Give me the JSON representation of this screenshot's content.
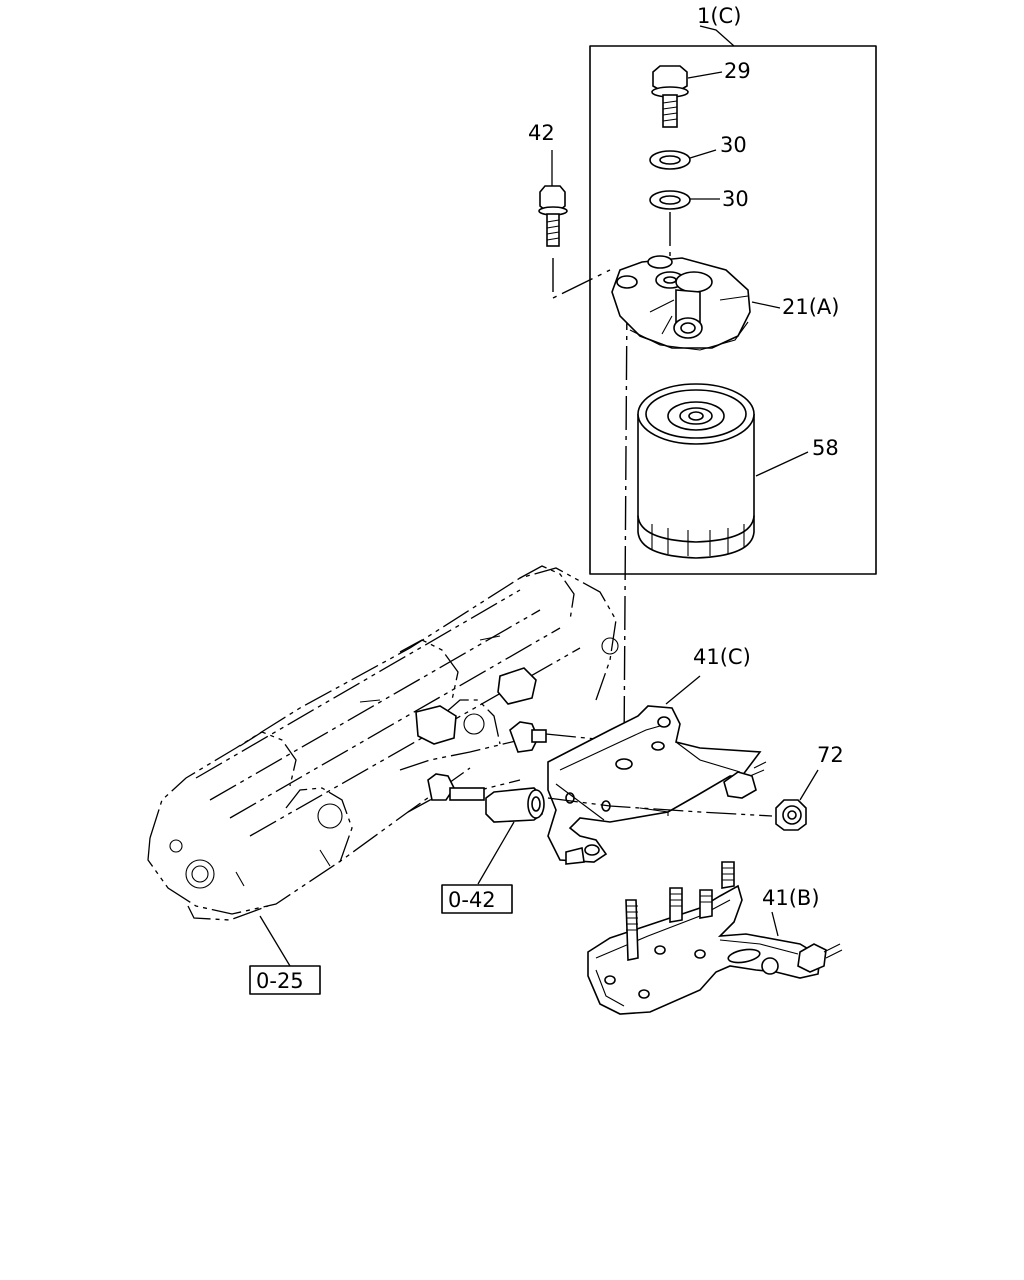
{
  "callouts": {
    "assembly": "1(C)",
    "bolt_29": "29",
    "washer_30_upper": "30",
    "washer_30_lower": "30",
    "bolt_42": "42",
    "head_21": "21(A)",
    "filter_58": "58",
    "bracket_41c": "41(C)",
    "nut_72": "72",
    "bracket_41b": "41(B)"
  },
  "references": {
    "ref_042": "0-42",
    "ref_025": "0-25"
  }
}
